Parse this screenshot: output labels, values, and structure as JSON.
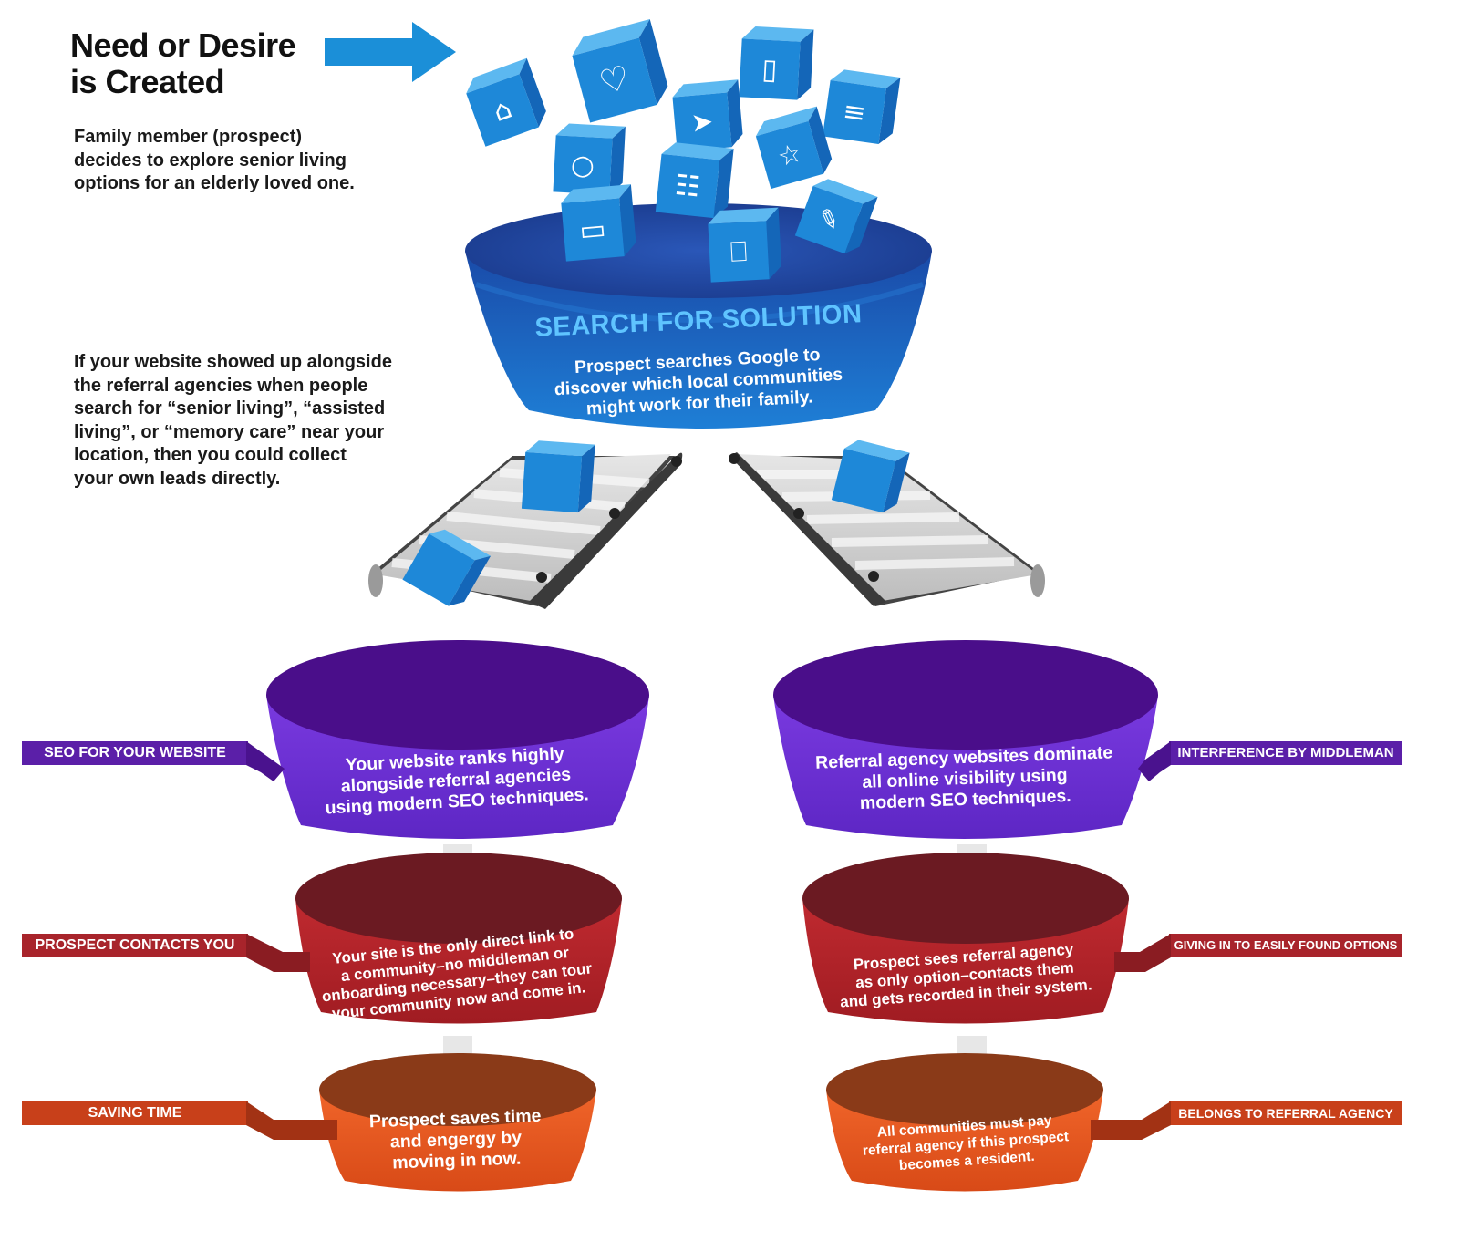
{
  "headline": {
    "line1": "Need or Desire",
    "line2": "is Created"
  },
  "intro": {
    "lines": [
      "Family member (prospect)",
      "decides to explore senior living",
      "options for an elderly loved one."
    ]
  },
  "website_note": {
    "lines": [
      "If your website showed up alongside",
      "the referral agencies when people",
      "search for “senior living”, “assisted",
      "living”, or “memory care” near your",
      "location, then you could collect",
      "your own leads directly."
    ]
  },
  "top_funnel": {
    "title": "SEARCH FOR SOLUTION",
    "lines": [
      "Prospect searches Google to",
      "discover which local communities",
      "might work for their family."
    ]
  },
  "cube_icons": [
    "museum-icon",
    "heart-pulse-icon",
    "phone-icon",
    "receipt-icon",
    "paper-plane-icon",
    "apple-icon",
    "cart-icon",
    "star-icon",
    "wallet-icon",
    "laptop-icon",
    "pencil-icon"
  ],
  "left_path": {
    "tabs": [
      "SEO FOR YOUR WEBSITE",
      "PROSPECT CONTACTS YOU",
      "SAVING TIME"
    ],
    "stage1": [
      "Your website ranks highly",
      "alongside referral agencies",
      "using modern SEO techniques."
    ],
    "stage2": [
      "Your site is the only direct link to",
      "a community–no middleman or",
      "onboarding necessary–they can tour",
      "your community now and come in."
    ],
    "stage3": [
      "Prospect saves time",
      "and engergy by",
      "moving in now."
    ]
  },
  "right_path": {
    "tabs": [
      "INTERFERENCE BY MIDDLEMAN",
      "GIVING IN TO EASILY FOUND OPTIONS",
      "BELONGS TO REFERRAL AGENCY"
    ],
    "stage1": [
      "Referral agency websites dominate",
      "all online visibility using",
      "modern SEO techniques."
    ],
    "stage2": [
      "Prospect sees referral agency",
      "as only option–contacts them",
      "and gets recorded in their system."
    ],
    "stage3": [
      "All communities must pay",
      "referral agency if this prospect",
      "becomes a resident."
    ]
  },
  "colors": {
    "arrow_blue": "#1b8fd8",
    "top_funnel": "#1565c0",
    "purple": "#6a2fd0",
    "red": "#b8222a",
    "orange": "#e8551e",
    "tab_purple": "#5b1fa8",
    "tab_red": "#a8242b",
    "tab_orange": "#c8401a"
  }
}
